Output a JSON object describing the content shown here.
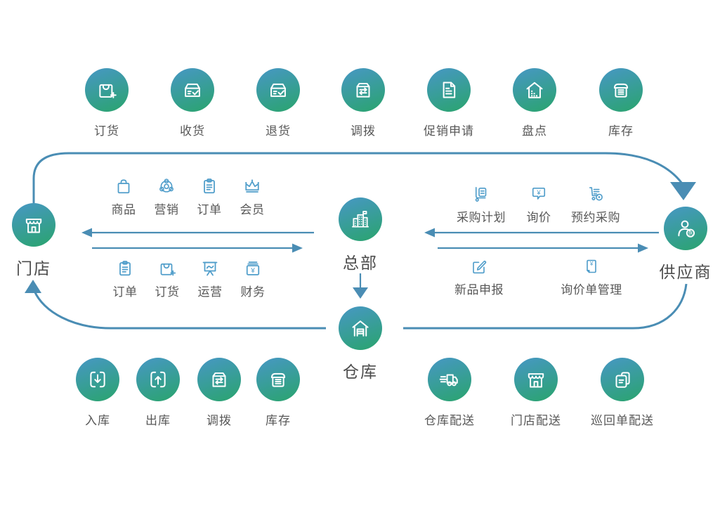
{
  "nodes": {
    "store": {
      "label": "门店",
      "icon": "storefront-icon"
    },
    "headquarters": {
      "label": "总部",
      "icon": "hq-building-icon"
    },
    "supplier": {
      "label": "供应商",
      "icon": "supplier-person-icon"
    },
    "warehouse": {
      "label": "仓库",
      "icon": "warehouse-icon"
    }
  },
  "top_row": [
    {
      "label": "订货",
      "icon": "bag-plus-icon"
    },
    {
      "label": "收货",
      "icon": "box-check-icon"
    },
    {
      "label": "退货",
      "icon": "box-check-icon"
    },
    {
      "label": "调拨",
      "icon": "box-swap-icon"
    },
    {
      "label": "促销申请",
      "icon": "document-icon"
    },
    {
      "label": "盘点",
      "icon": "building-dots-icon"
    },
    {
      "label": "库存",
      "icon": "storage-box-icon"
    }
  ],
  "store_hq_functions": {
    "row1": [
      {
        "label": "商品",
        "icon": "bag-icon"
      },
      {
        "label": "营销",
        "icon": "network-icon"
      },
      {
        "label": "订单",
        "icon": "clipboard-icon"
      },
      {
        "label": "会员",
        "icon": "crown-icon"
      }
    ],
    "row2": [
      {
        "label": "订单",
        "icon": "clipboard-icon"
      },
      {
        "label": "订货",
        "icon": "bag-plus-icon"
      },
      {
        "label": "运营",
        "icon": "presentation-icon"
      },
      {
        "label": "财务",
        "icon": "cashbox-icon"
      }
    ]
  },
  "hq_supplier_functions": {
    "row1": [
      {
        "label": "采购计划",
        "icon": "trolley-doc-icon"
      },
      {
        "label": "询价",
        "icon": "chat-yen-icon"
      },
      {
        "label": "预约采购",
        "icon": "trolley-clock-icon"
      }
    ],
    "row2": [
      {
        "label": "新品申报",
        "icon": "pencil-square-icon"
      },
      {
        "label": "询价单管理",
        "icon": "doc-yen-icon"
      }
    ]
  },
  "bottom_left_row": [
    {
      "label": "入库",
      "icon": "box-arrow-in-icon"
    },
    {
      "label": "出库",
      "icon": "box-arrow-out-icon"
    },
    {
      "label": "调拨",
      "icon": "box-swap-icon"
    },
    {
      "label": "库存",
      "icon": "storage-box-icon"
    }
  ],
  "bottom_right_row": [
    {
      "label": "仓库配送",
      "icon": "truck-icon"
    },
    {
      "label": "门店配送",
      "icon": "storefront-icon"
    },
    {
      "label": "巡回单配送",
      "icon": "docs-stack-icon"
    }
  ],
  "glyphs": {
    "yen": "¥",
    "supplier_badge": "供"
  },
  "colors": {
    "circle_gradient_top": "#4598be",
    "circle_gradient_bottom": "#2ca374",
    "connector_line": "#4a8db4",
    "small_icon": "#4f9dca",
    "label_text": "#585858",
    "node_label_text": "#4c4c4c",
    "background": "#ffffff"
  }
}
